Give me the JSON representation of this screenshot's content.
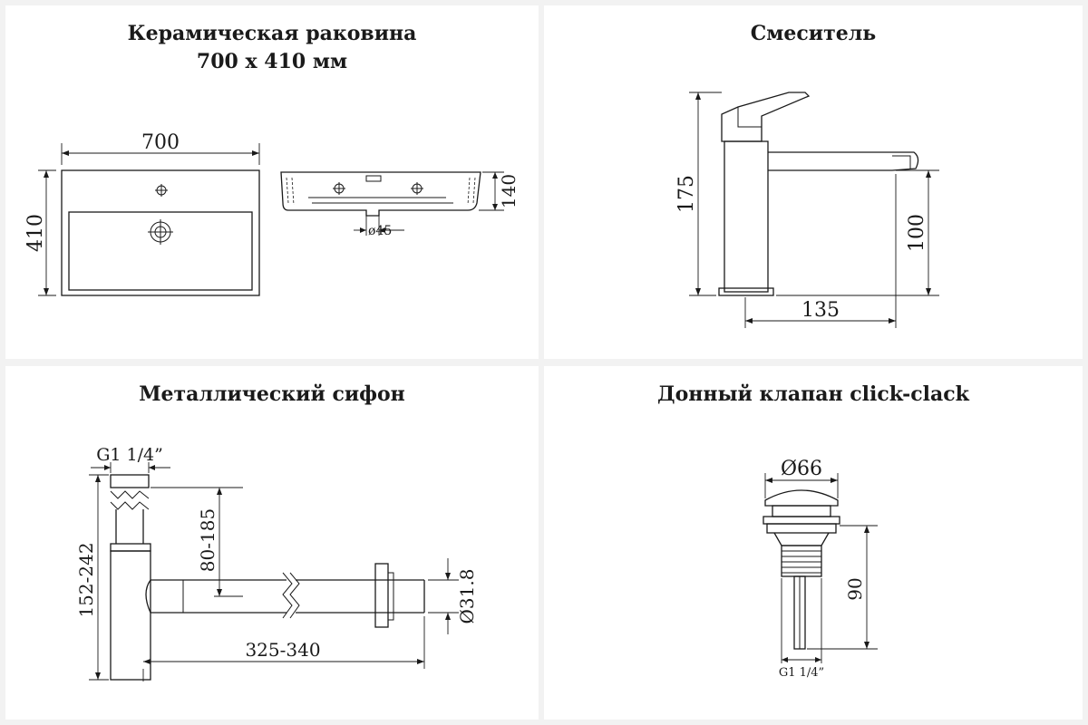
{
  "panels": {
    "sink": {
      "title_line1": "Керамическая раковина",
      "title_line2": "700 х 410 мм",
      "dims": {
        "width": "700",
        "depth": "410",
        "height": "140",
        "drain": "ø45"
      }
    },
    "mixer": {
      "title": "Смеситель",
      "dims": {
        "height": "175",
        "spout_height": "100",
        "spout_reach": "135"
      }
    },
    "siphon": {
      "title": "Металлический сифон",
      "dims": {
        "thread": "G1 1/4”",
        "height_range": "152-242",
        "adjust_range": "80-185",
        "length_range": "325-340",
        "outlet": "Ø31.8"
      }
    },
    "valve": {
      "title": "Донный клапан click-clack",
      "dims": {
        "diameter": "Ø66",
        "height": "90",
        "thread": "G1 1/4”"
      }
    }
  },
  "colors": {
    "background": "#f2f2f2",
    "panel": "#ffffff",
    "ink": "#1a1a1a"
  }
}
